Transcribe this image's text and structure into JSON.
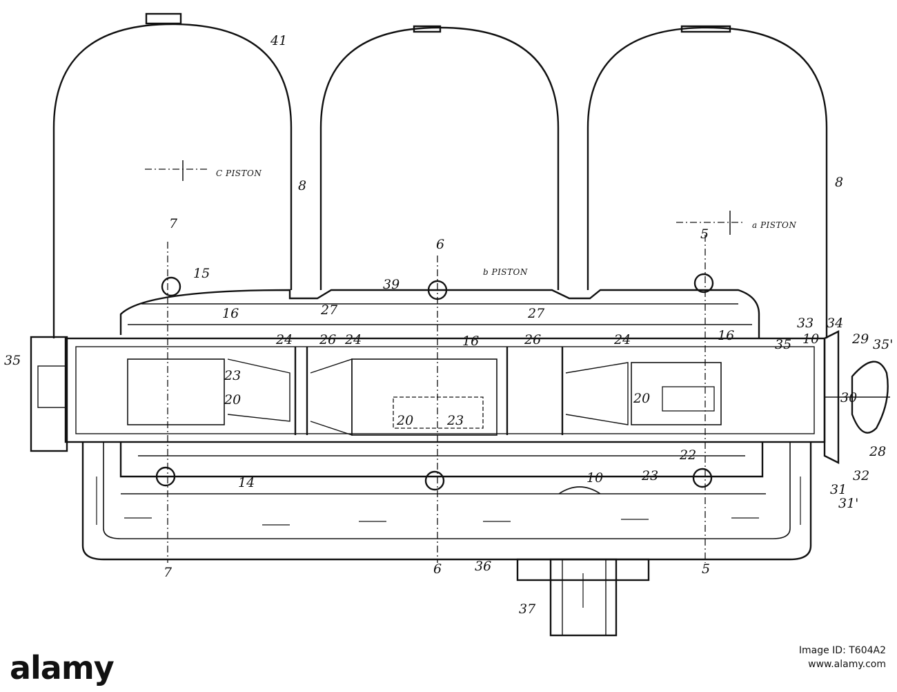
{
  "labels": {
    "n35_left": "35",
    "n35_right": "35",
    "n35_far_right": "35'",
    "n15": "15",
    "n16_a": "16",
    "n16_b": "16",
    "n16_c": "16",
    "n23_a": "23",
    "n23_b": "23",
    "n23_c": "23",
    "n20_a": "20",
    "n20_b": "20",
    "n20_c": "20",
    "n24_a": "24",
    "n24_b": "24",
    "n24_c": "24",
    "n26_a": "26",
    "n26_b": "26",
    "n27_a": "27",
    "n27_b": "27",
    "n39": "39",
    "n8_mid": "8",
    "n8_right": "8",
    "n7_top": "7",
    "n7_bottom": "7",
    "n6_top": "6",
    "n6_bottom": "6",
    "n5_top": "5",
    "n5_bottom": "5",
    "n14": "14",
    "n10_a": "10",
    "n10_b": "10",
    "n22": "22",
    "n33": "33",
    "n34": "34",
    "n29": "29",
    "n30": "30",
    "n28": "28",
    "n31": "31",
    "n31p": "31'",
    "n32": "32",
    "n36": "36",
    "n37": "37",
    "n41": "41",
    "c_piston_left": "C PISTON",
    "b_piston": "b PISTON",
    "a_piston": "a PISTON"
  },
  "footer": {
    "brand": "alamy",
    "image_id_label": "Image ID: T604A2",
    "site": "www.alamy.com"
  }
}
